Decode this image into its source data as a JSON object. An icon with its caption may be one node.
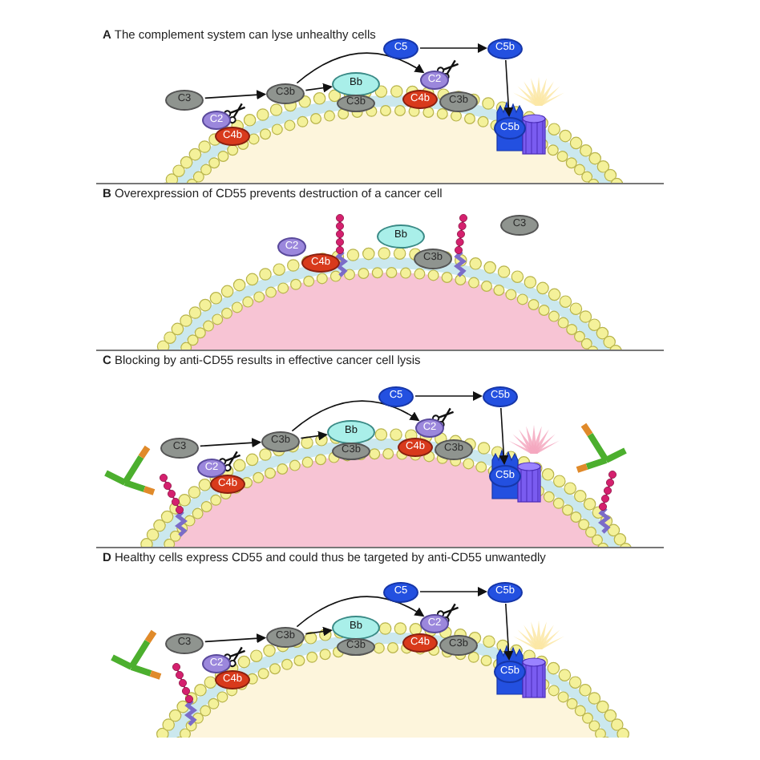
{
  "diagram": {
    "nodes": [
      {
        "text": [
          "**A** The complement system can lyse unhealthy cells"
        ]
      },
      {
        "text": [
          "C5"
        ],
        "in": 0
      },
      {
        "text": [
          "C5b"
        ],
        "in": 0
      },
      {
        "text": [
          "C3"
        ],
        "in": 0
      },
      {
        "text": [
          "C3b"
        ],
        "in": 0
      },
      {
        "text": [
          "Bb"
        ],
        "in": 0
      },
      {
        "text": [
          "C2"
        ],
        "in": 0
      },
      {
        "text": [
          "C4b"
        ],
        "in": 0
      },
      {
        "text": [
          "C3b"
        ],
        "in": 0
      },
      {
        "text": [
          "C3b"
        ],
        "in": 0
      },
      {
        "text": [
          "C2"
        ],
        "in": 0
      },
      {
        "text": [
          "C4b"
        ],
        "in": 0
      },
      {
        "text": [
          "C5b"
        ],
        "in": 0
      },
      {
        "text": [
          "**B** Overexpression of CD55 prevents destruction of a cancer cell"
        ]
      },
      {
        "text": [
          "C2"
        ],
        "in": 13
      },
      {
        "text": [
          "Bb"
        ],
        "in": 13
      },
      {
        "text": [
          "C3"
        ],
        "in": 13
      },
      {
        "text": [
          "C4b"
        ],
        "in": 13
      },
      {
        "text": [
          "C3b"
        ],
        "in": 13
      },
      {
        "text": [
          "**C** Blocking by anti-CD55 results in effective cancer cell lysis"
        ]
      },
      {
        "text": [
          "C5"
        ],
        "in": 19
      },
      {
        "text": [
          "C5b"
        ],
        "in": 19
      },
      {
        "text": [
          "C3"
        ],
        "in": 19
      },
      {
        "text": [
          "C3b"
        ],
        "in": 19
      },
      {
        "text": [
          "Bb"
        ],
        "in": 19
      },
      {
        "text": [
          "C2"
        ],
        "in": 19
      },
      {
        "text": [
          "C4b"
        ],
        "in": 19
      },
      {
        "text": [
          "C3b"
        ],
        "in": 19
      },
      {
        "text": [
          "C3b"
        ],
        "in": 19
      },
      {
        "text": [
          "C2"
        ],
        "in": 19
      },
      {
        "text": [
          "C4b"
        ],
        "in": 19
      },
      {
        "text": [
          "C5b"
        ],
        "in": 19
      },
      {
        "text": [
          "**D** Healthy cells express CD55 and could thus be targeted by anti-CD55 unwantedly"
        ]
      },
      {
        "text": [
          "C5"
        ],
        "in": 32
      },
      {
        "text": [
          "C5b"
        ],
        "in": 32
      },
      {
        "text": [
          "C3"
        ],
        "in": 32
      },
      {
        "text": [
          "C3b"
        ],
        "in": 32
      },
      {
        "text": [
          "Bb"
        ],
        "in": 32
      },
      {
        "text": [
          "C2"
        ],
        "in": 32
      },
      {
        "text": [
          "C4b"
        ],
        "in": 32
      },
      {
        "text": [
          "C3b"
        ],
        "in": 32
      },
      {
        "text": [
          "C3b"
        ],
        "in": 32
      },
      {
        "text": [
          "C2"
        ],
        "in": 32
      },
      {
        "text": [
          "C4b"
        ],
        "in": 32
      },
      {
        "text": [
          "C5b"
        ],
        "in": 32
      }
    ],
    "edges": [
      {
        "from": 1,
        "to": 2,
        "arrow": "to"
      },
      {
        "from": 3,
        "to": 4,
        "arrow": "to"
      },
      {
        "from": 4,
        "to": 5,
        "arrow": "to"
      },
      {
        "from": 4,
        "to": 6,
        "arrow": "to"
      },
      {
        "from": 2,
        "to": 12,
        "arrow": "to"
      },
      {
        "from": 20,
        "to": 21,
        "arrow": "to"
      },
      {
        "from": 22,
        "to": 23,
        "arrow": "to"
      },
      {
        "from": 23,
        "to": 24,
        "arrow": "to"
      },
      {
        "from": 23,
        "to": 25,
        "arrow": "to"
      },
      {
        "from": 21,
        "to": 31,
        "arrow": "to"
      },
      {
        "from": 33,
        "to": 34,
        "arrow": "to"
      },
      {
        "from": 35,
        "to": 36,
        "arrow": "to"
      },
      {
        "from": 36,
        "to": 37,
        "arrow": "to"
      },
      {
        "from": 36,
        "to": 38,
        "arrow": "to"
      },
      {
        "from": 34,
        "to": 44,
        "arrow": "to"
      }
    ]
  }
}
